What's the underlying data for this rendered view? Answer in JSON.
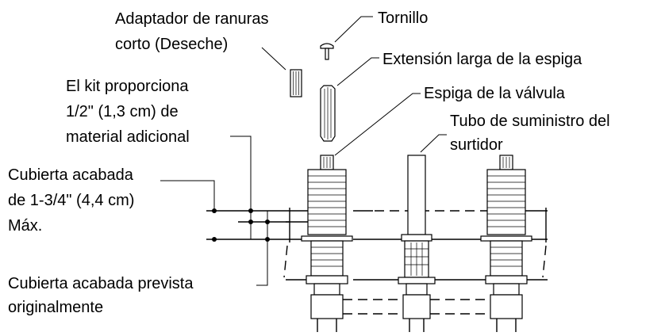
{
  "labels": {
    "adapter_line1": "Adaptador de ranuras",
    "adapter_line2": "corto (Deseche)",
    "screw": "Tornillo",
    "long_extension": "Extensión larga de la espiga",
    "kit_line1": "El kit proporciona",
    "kit_line2": "1/2\" (1,3 cm) de",
    "kit_line3": "material adicional",
    "valve_stem": "Espiga de la válvula",
    "spout_tube_line1": "Tubo de suministro del",
    "spout_tube_line2": "surtidor",
    "finished_deck_line1": "Cubierta acabada",
    "finished_deck_line2": "de 1-3/4\" (4,4 cm)",
    "finished_deck_line3": "Máx.",
    "original_deck_line1": "Cubierta acabada prevista",
    "original_deck_line2": "originalmente"
  },
  "icons": {
    "screw": "screw-icon",
    "adapter": "slotted-adapter-icon",
    "extension": "stem-extension-icon",
    "valve": "valve-body-icon",
    "spout": "spout-supply-tube-icon"
  }
}
